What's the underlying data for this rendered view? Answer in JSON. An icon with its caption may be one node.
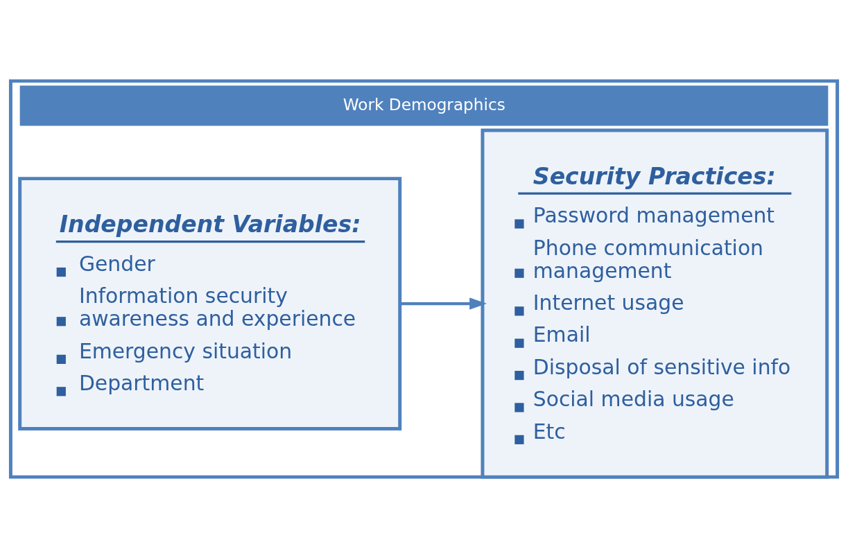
{
  "diagram": {
    "nodes": [
      {
        "text": [
          "Work Demographics"
        ]
      },
      {
        "text": [
          "Independent Variables:",
          "Gender",
          "Information security awareness and experience",
          "Emergency situation",
          "Department"
        ],
        "in": 0
      },
      {
        "text": [
          "Security Practices:",
          "Password management",
          "Phone communication management",
          "Internet usage",
          "Email",
          "Disposal of sensitive info",
          "Social media usage",
          "Etc"
        ],
        "in": 0
      }
    ],
    "edges": [
      {
        "from": 1,
        "to": 2,
        "arrow": "to"
      }
    ]
  }
}
